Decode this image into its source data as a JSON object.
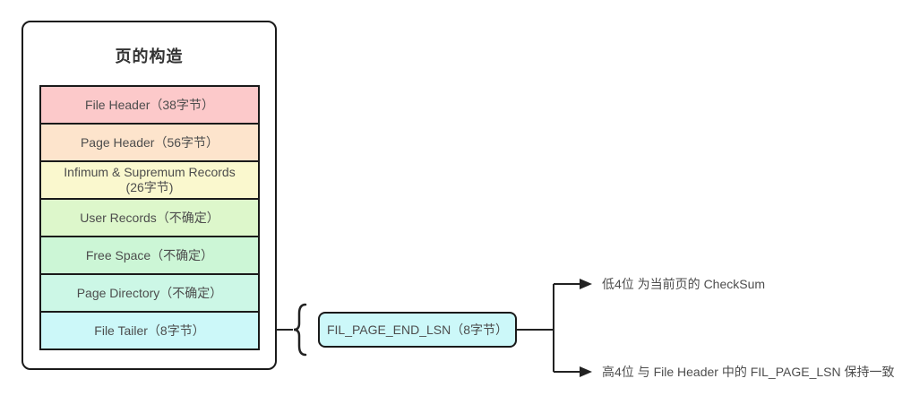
{
  "diagram": {
    "panel": {
      "title": "页的构造",
      "rows": [
        {
          "name": "file-header",
          "label": "File Header（38字节）",
          "color": "#fcc9ca"
        },
        {
          "name": "page-header",
          "label": "Page Header（56字节）",
          "color": "#fde4cc"
        },
        {
          "name": "infimum-supremum",
          "label": "Infimum & Supremum Records",
          "sublabel": "(26字节)",
          "color": "#faf8ce"
        },
        {
          "name": "user-records",
          "label": "User Records（不确定）",
          "color": "#ddf7cb"
        },
        {
          "name": "free-space",
          "label": "Free Space（不确定）",
          "color": "#ccf6d6"
        },
        {
          "name": "page-directory",
          "label": "Page Directory（不确定）",
          "color": "#ccf7e6"
        },
        {
          "name": "file-tailer",
          "label": "File Tailer（8字节）",
          "color": "#ccf8f9"
        }
      ]
    },
    "detail_box": {
      "label": "FIL_PAGE_END_LSN（8字节）",
      "color": "#ccf8f9"
    },
    "annotations": {
      "low": "低4位 为当前页的 CheckSum",
      "high": "高4位 与 File Header 中的 FIL_PAGE_LSN 保持一致"
    },
    "colors": {
      "line": "#222222",
      "border": "#1a1a1a",
      "text": "#4d4d4d",
      "title": "#333333"
    }
  }
}
